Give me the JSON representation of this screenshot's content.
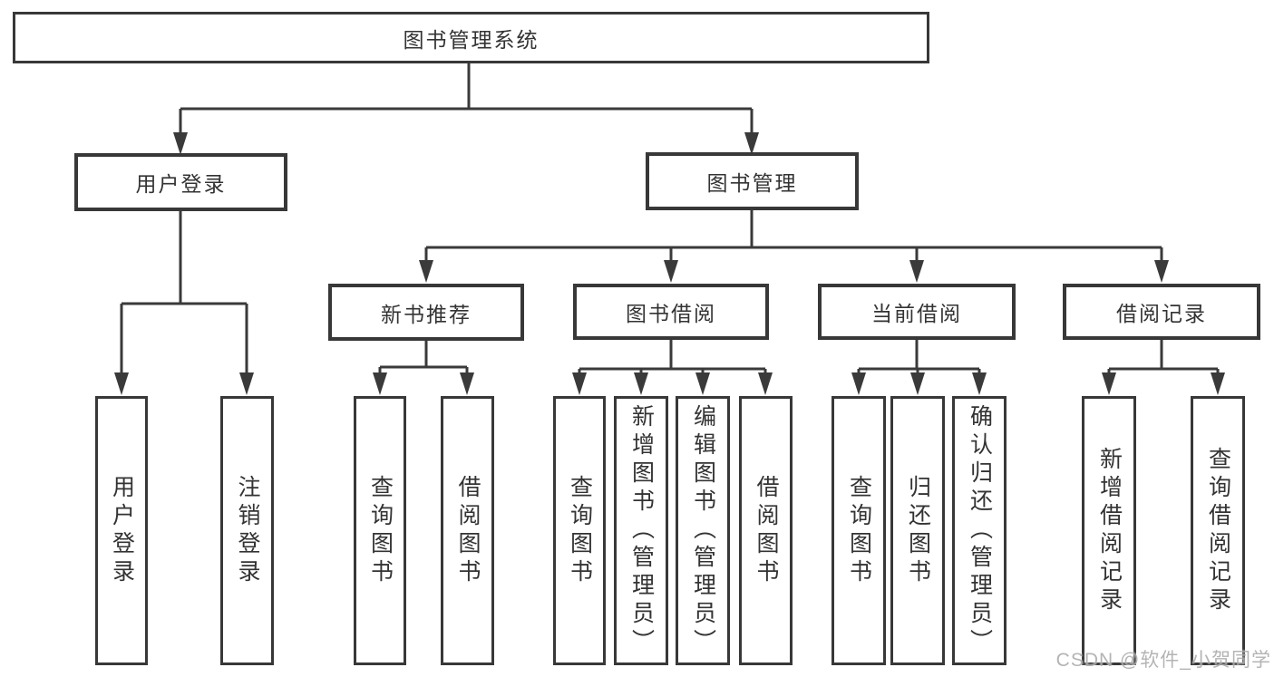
{
  "diagram": {
    "tree": {
      "label": "图书管理系统",
      "children": [
        {
          "label": "用户登录",
          "children": [
            {
              "label": "用户登录"
            },
            {
              "label": "注销登录"
            }
          ]
        },
        {
          "label": "图书管理",
          "children": [
            {
              "label": "新书推荐",
              "children": [
                {
                  "label": "查询图书"
                },
                {
                  "label": "借阅图书"
                }
              ]
            },
            {
              "label": "图书借阅",
              "children": [
                {
                  "label": "查询图书"
                },
                {
                  "label": "新增图书（管理员）"
                },
                {
                  "label": "编辑图书（管理员）"
                },
                {
                  "label": "借阅图书"
                }
              ]
            },
            {
              "label": "当前借阅",
              "children": [
                {
                  "label": "查询图书"
                },
                {
                  "label": "归还图书"
                },
                {
                  "label": "确认归还（管理员）"
                }
              ]
            },
            {
              "label": "借阅记录",
              "children": [
                {
                  "label": "新增借阅记录"
                },
                {
                  "label": "查询借阅记录"
                }
              ]
            }
          ]
        }
      ]
    },
    "colors": {
      "line": "#3a3a3a",
      "box_border": "#383838",
      "text": "#333333",
      "watermark": "#acacac",
      "background": "#ffffff"
    }
  },
  "watermark": {
    "text": "CSDN @软件_小贺同学"
  }
}
